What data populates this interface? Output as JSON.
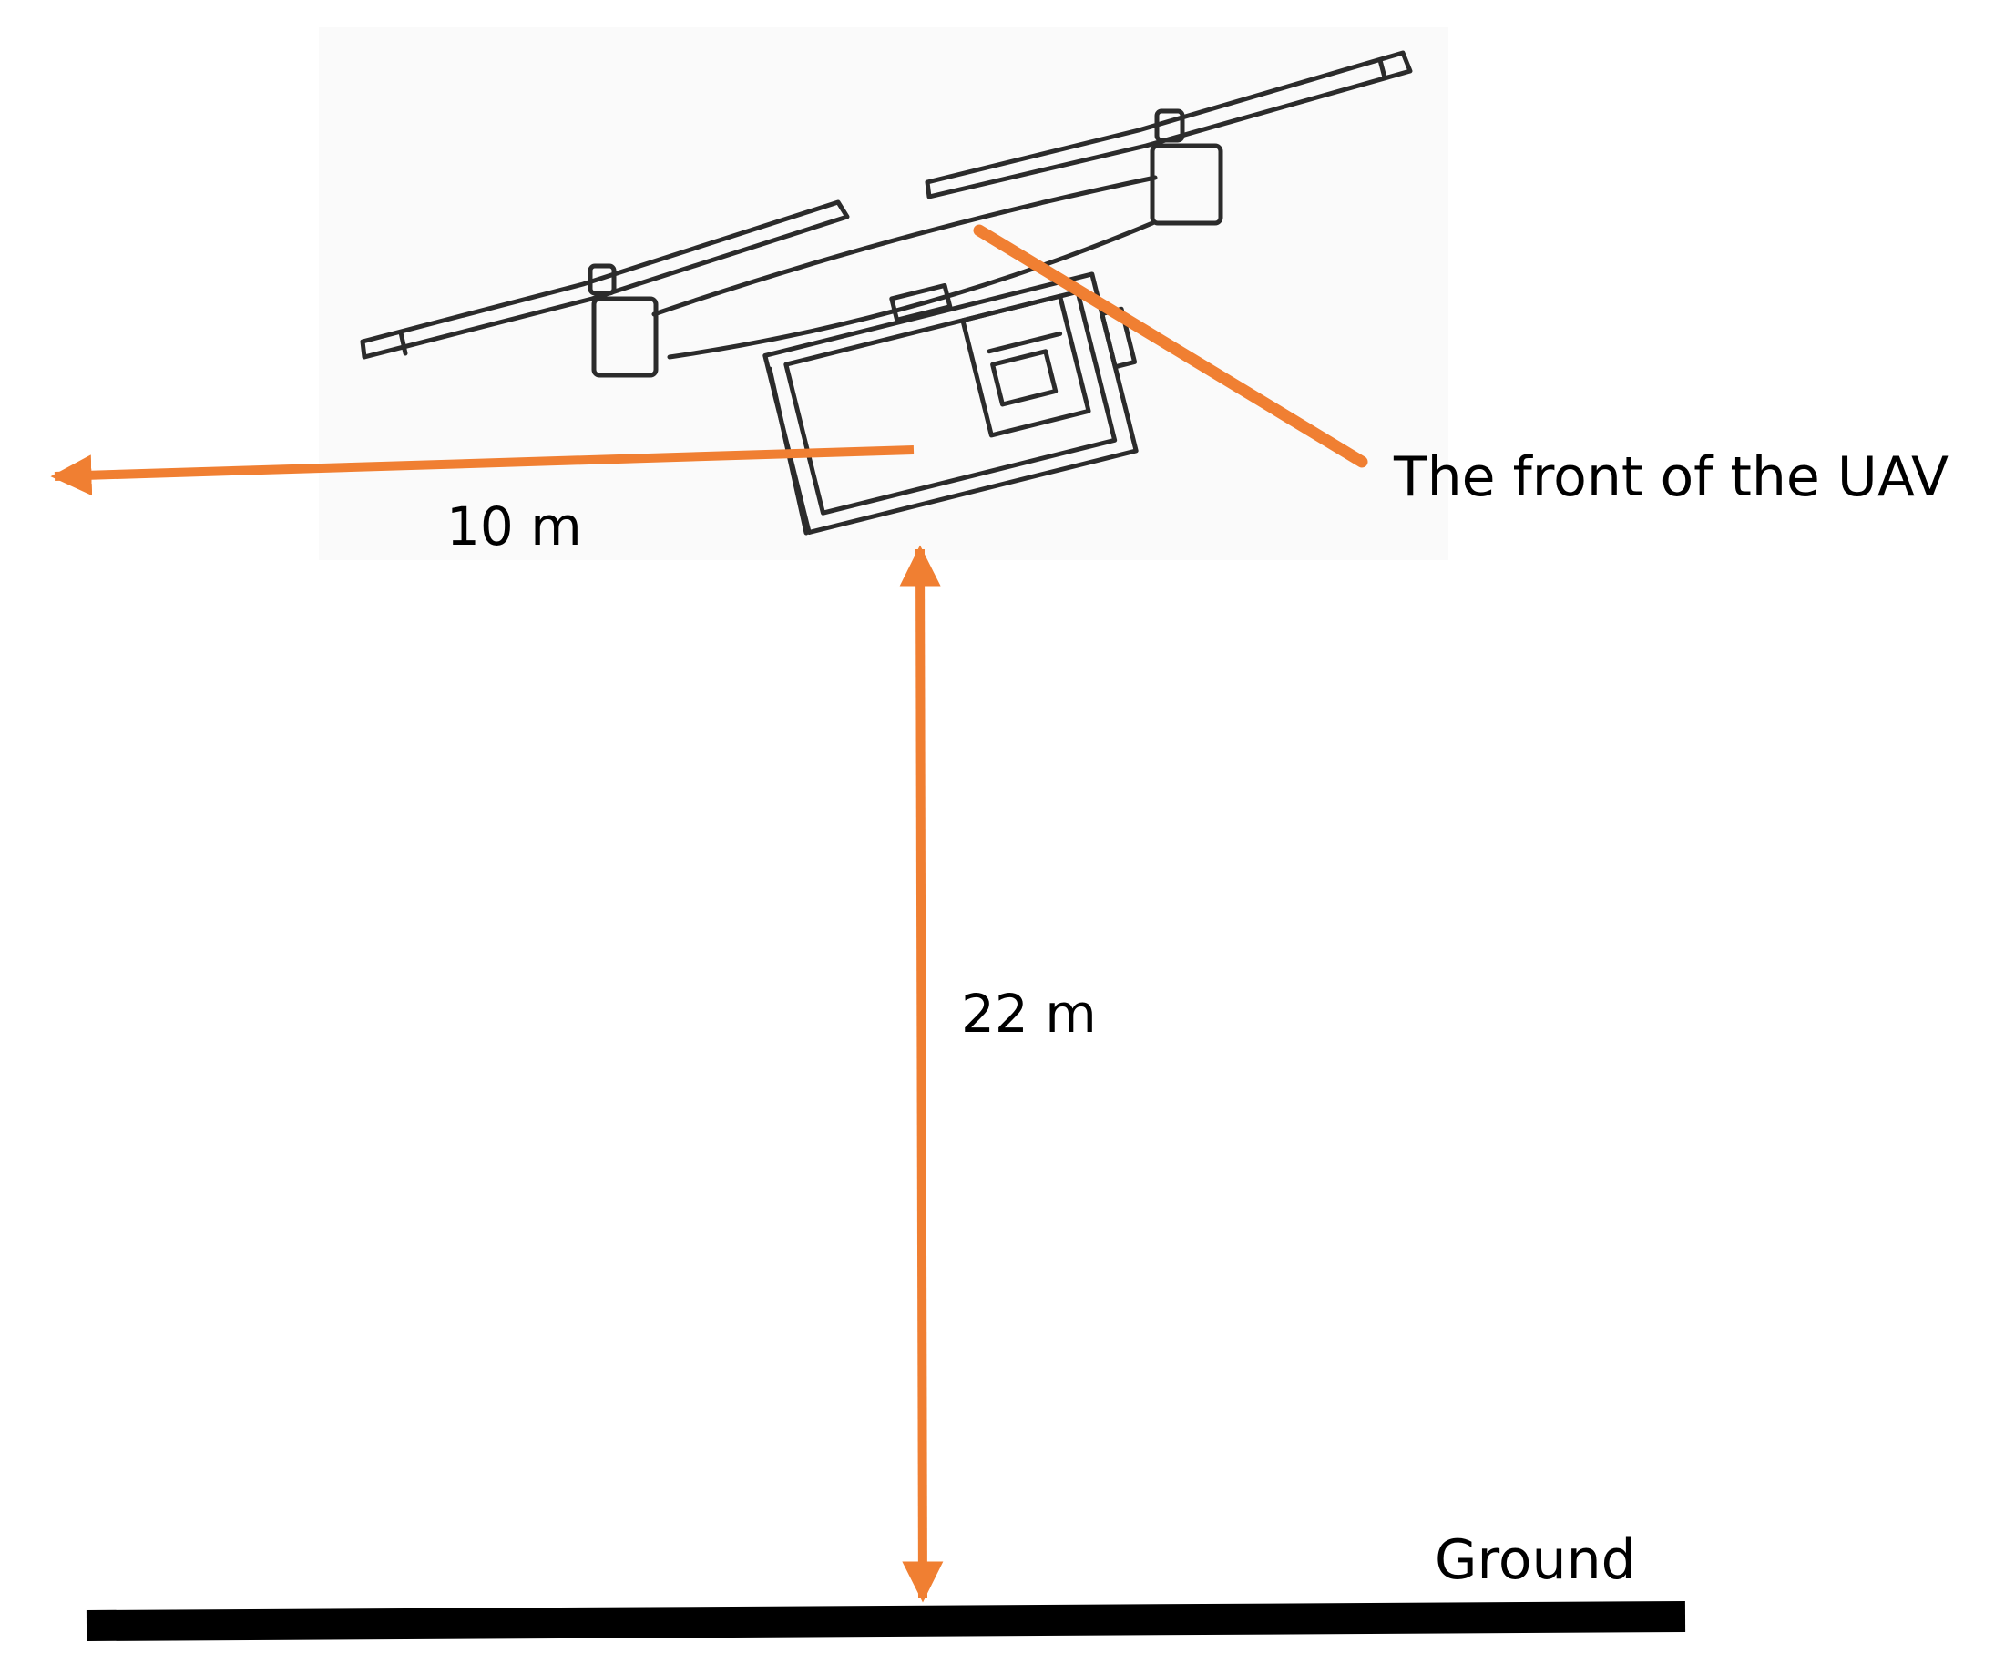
{
  "labels": {
    "front": "The front of the UAV",
    "horizontal_distance": "10 m",
    "height": "22 m",
    "ground": "Ground"
  },
  "colors": {
    "accent": "#f07f32",
    "ground": "#000000",
    "drone": "#2b2b2b"
  },
  "icons": {
    "drone": "quadcopter-uav-sketch"
  }
}
